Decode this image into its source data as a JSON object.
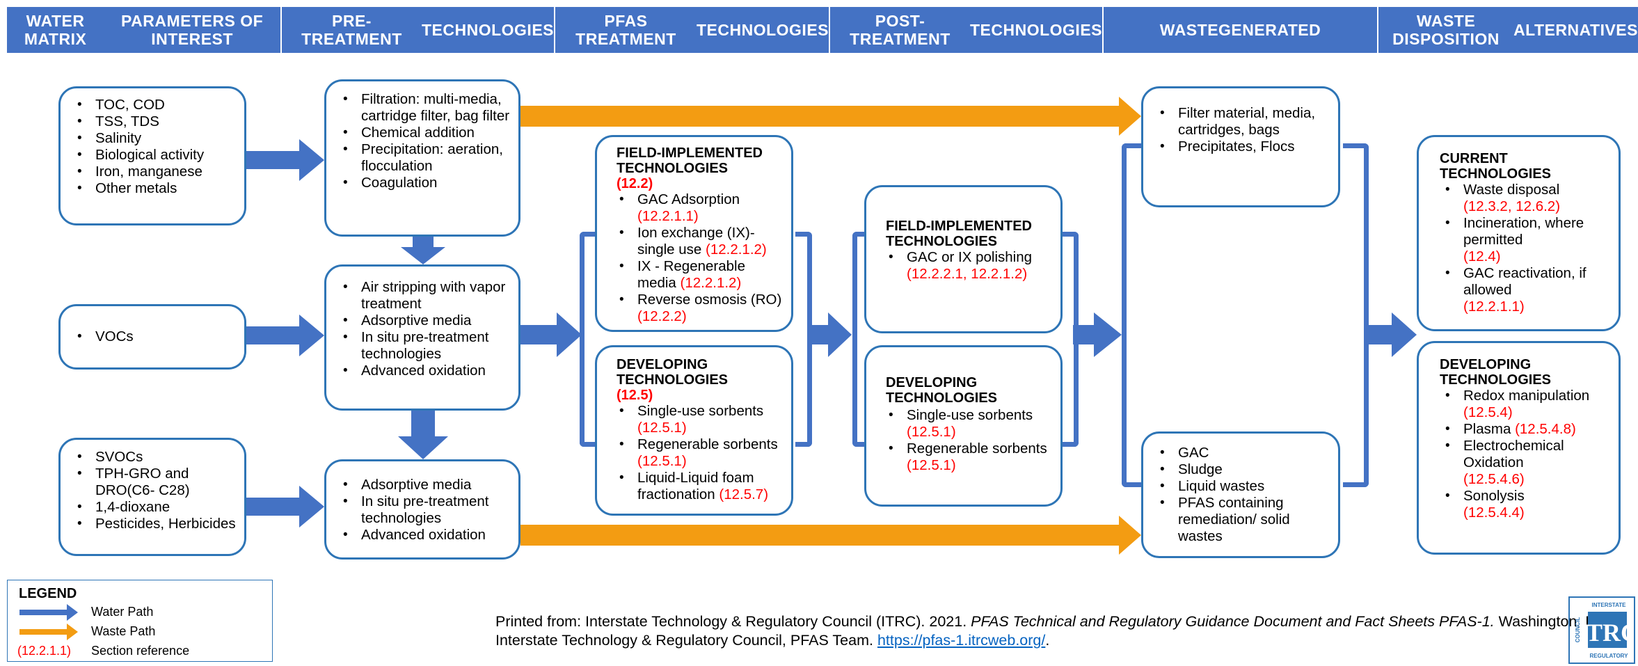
{
  "headers": [
    "WATER MATRIX\nPARAMETERS OF INTEREST",
    "PRE-TREATMENT\nTECHNOLOGIES",
    "PFAS TREATMENT\nTECHNOLOGIES",
    "POST-TREATMENT\nTECHNOLOGIES",
    "WASTE\nGENERATED",
    "WASTE DISPOSITION\nALTERNATIVES"
  ],
  "matrix": {
    "box1": [
      "TOC, COD",
      "TSS, TDS",
      "Salinity",
      "Biological activity",
      "Iron, manganese",
      "Other metals"
    ],
    "box2": [
      "VOCs"
    ],
    "box3": [
      "SVOCs",
      "TPH-GRO and DRO(C6- C28)",
      "1,4-dioxane",
      "Pesticides, Herbicides"
    ]
  },
  "pretreatment": {
    "box1": [
      "Filtration: multi-media, cartridge filter, bag filter",
      "Chemical addition",
      "Precipitation: aeration, flocculation",
      "Coagulation"
    ],
    "box2": [
      "Air stripping with vapor treatment",
      "Adsorptive media",
      "In situ pre-treatment technologies",
      "Advanced oxidation"
    ],
    "box3": [
      "Adsorptive media",
      "In situ pre-treatment technologies",
      "Advanced oxidation"
    ]
  },
  "pfas": {
    "field": {
      "title": "FIELD-IMPLEMENTED TECHNOLOGIES",
      "ref": "(12.2)",
      "items": [
        {
          "text": "GAC Adsorption",
          "ref": "(12.2.1.1)"
        },
        {
          "text": "Ion exchange (IX)-single use",
          "ref": "(12.2.1.2)"
        },
        {
          "text": "IX - Regenerable media",
          "ref": "(12.2.1.2)"
        },
        {
          "text": "Reverse osmosis (RO)",
          "ref": "(12.2.2)"
        }
      ]
    },
    "developing": {
      "title": "DEVELOPING TECHNOLOGIES",
      "ref": "(12.5)",
      "items": [
        {
          "text": "Single-use sorbents",
          "ref": "(12.5.1)"
        },
        {
          "text": "Regenerable sorbents",
          "ref": "(12.5.1)"
        },
        {
          "text": "Liquid-Liquid foam fractionation",
          "ref": "(12.5.7)"
        }
      ]
    }
  },
  "post": {
    "field": {
      "title": "FIELD-IMPLEMENTED TECHNOLOGIES",
      "items": [
        {
          "text": "GAC or IX polishing",
          "ref": "(12.2.2.1, 12.2.1.2)"
        }
      ]
    },
    "developing": {
      "title": "DEVELOPING TECHNOLOGIES",
      "items": [
        {
          "text": "Single-use sorbents",
          "ref": "(12.5.1)"
        },
        {
          "text": "Regenerable sorbents",
          "ref": "(12.5.1)"
        }
      ]
    }
  },
  "waste": {
    "box1": [
      "Filter material, media, cartridges, bags",
      "Precipitates, Flocs"
    ],
    "box2": [
      "GAC",
      "Sludge",
      "Liquid wastes",
      "PFAS containing remediation/ solid wastes"
    ]
  },
  "disposition": {
    "current": {
      "title": "CURRENT TECHNOLOGIES",
      "items": [
        {
          "text": "Waste disposal",
          "ref": "(12.3.2, 12.6.2)"
        },
        {
          "text": "Incineration, where permitted",
          "ref": "(12.4)"
        },
        {
          "text": "GAC reactivation, if allowed",
          "ref": "(12.2.1.1)"
        }
      ]
    },
    "developing": {
      "title": "DEVELOPING TECHNOLOGIES",
      "items": [
        {
          "text": "Redox manipulation",
          "ref": "(12.5.4)"
        },
        {
          "text": "Plasma",
          "ref": "(12.5.4.8)"
        },
        {
          "text": "Electrochemical Oxidation",
          "ref": "(12.5.4.6)"
        },
        {
          "text": "Sonolysis",
          "ref": "(12.5.4.4)"
        }
      ]
    }
  },
  "legend": {
    "title": "LEGEND",
    "water_path": "Water Path",
    "waste_path": "Waste Path",
    "section_ref_example": "(12.2.1.1)",
    "section_ref_label": "Section reference"
  },
  "citation": {
    "prefix": "Printed from: Interstate Technology & Regulatory Council (ITRC). 2021. ",
    "title": "PFAS Technical and Regulatory Guidance Document and Fact Sheets PFAS-1.",
    "suffix": " Washington, D.C.: Interstate Technology & Regulatory Council, PFAS Team. ",
    "link": "https://pfas-1.itrcweb.org/",
    "end": "."
  },
  "logo": {
    "text": "ITRC",
    "ring_text": "INTERSTATE COUNCIL REGULATORY"
  },
  "colors": {
    "water_path": "#4472c4",
    "waste_path": "#f39c12",
    "box_border": "#2e75b6",
    "section_ref": "#ff0000",
    "header_bg": "#4472c4"
  }
}
